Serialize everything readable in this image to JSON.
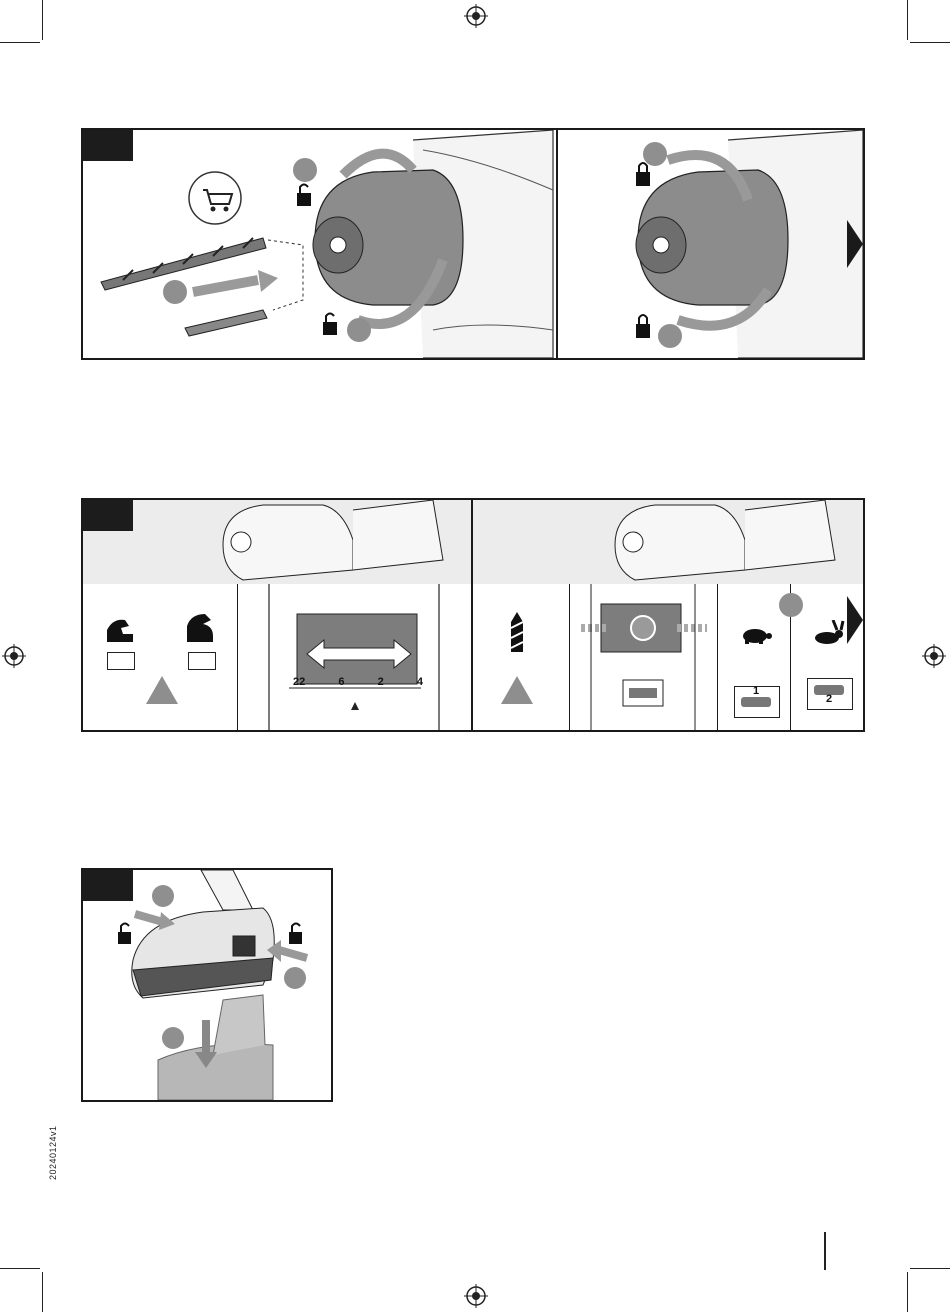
{
  "document": {
    "date_code": "20240124v1",
    "figure_tags": [
      "",
      "",
      ""
    ]
  },
  "figure_a": {
    "tool_icons": [
      "cart-icon",
      "drill-bit-icon",
      "screwdriver-bit-icon"
    ],
    "lock_icons": [
      "unlock-icon",
      "unlock-icon",
      "lock-icon",
      "lock-icon"
    ]
  },
  "figure_b": {
    "torque_scale": [
      "22",
      "6",
      "2",
      "4"
    ],
    "speed_icons": [
      "turtle-icon",
      "rabbit-icon"
    ],
    "gear_labels": [
      "1",
      "2"
    ]
  },
  "figure_c": {
    "lock_icons": [
      "unlock-icon",
      "unlock-icon"
    ]
  }
}
